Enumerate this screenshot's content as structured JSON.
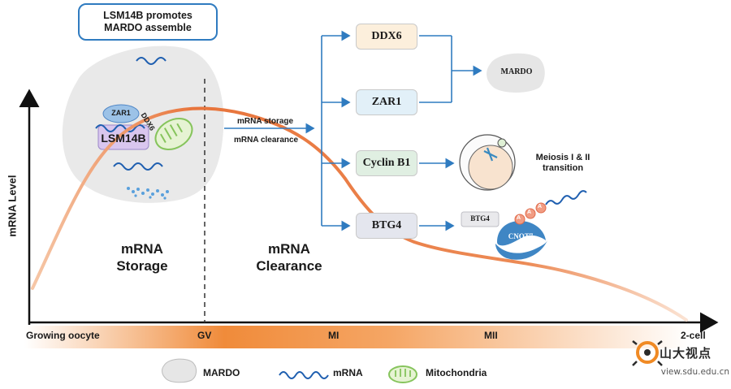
{
  "title": {
    "line1": "LSM14B promotes",
    "line2": "MARDO assemble"
  },
  "y_axis_label": "mRNA Level",
  "x_axis_stages": [
    "Growing oocyte",
    "GV",
    "MI",
    "MII",
    "2-cell"
  ],
  "phases": {
    "storage": {
      "line1": "mRNA",
      "line2": "Storage"
    },
    "clearance": {
      "line1": "mRNA",
      "line2": "Clearance"
    }
  },
  "oocyte_labels": {
    "zar1": "ZAR1",
    "ddx6": "DDX6",
    "lsm14b": "LSM14B"
  },
  "arrow_labels": {
    "storage": "mRNA storage",
    "clearance": "mRNA clearance"
  },
  "factors": [
    {
      "label": "DDX6",
      "color": "#fcefdc"
    },
    {
      "label": "ZAR1",
      "color": "#e2f0f8"
    },
    {
      "label": "Cyclin B1",
      "color": "#e0efe2"
    },
    {
      "label": "BTG4",
      "color": "#e4e6ee"
    }
  ],
  "outcomes": {
    "mardo": "MARDO",
    "meiosis": {
      "line1": "Meiosis I & II",
      "line2": "transition"
    },
    "btg4": "BTG4",
    "cnot7": "CNOT7",
    "poly_a": "A"
  },
  "legend": {
    "mardo": "MARDO",
    "mrna": "mRNA",
    "mito": "Mitochondria"
  },
  "watermark": {
    "text": "山大视点",
    "url": "view.sdu.edu.cn"
  },
  "colors": {
    "accent_blue": "#2f7bc0",
    "curve_orange": "#e8743b",
    "mardo_gray": "#e6e6e6"
  }
}
